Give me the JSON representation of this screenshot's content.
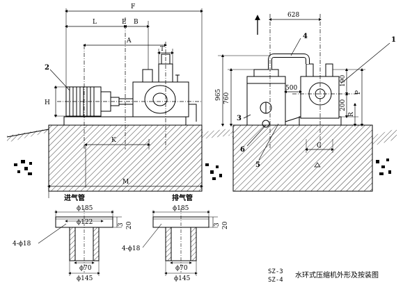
{
  "dimensions": {
    "F": "F",
    "L": "L",
    "E": "E",
    "B": "B",
    "A": "A",
    "T": "T",
    "H": "H",
    "K": "K",
    "M": "M",
    "d628": "628",
    "d965": "965",
    "d760": "760",
    "d500": "500",
    "d190": "190",
    "d200": "200",
    "P": "P",
    "R": "R",
    "C": "C"
  },
  "callouts": {
    "n1": "1",
    "n2": "2",
    "n3": "3",
    "n4": "4",
    "n5": "5",
    "n6": "6"
  },
  "flanges": {
    "inlet": {
      "title": "进气管",
      "outer": "ϕ185",
      "inner": "ϕ122",
      "t1": "3",
      "t2": "20",
      "holes": "4-ϕ18",
      "pipe": "ϕ70",
      "base": "ϕ145"
    },
    "outlet": {
      "title": "排气管",
      "outer": "ϕ185",
      "t1": "3",
      "t2": "20",
      "holes": "4-ϕ18",
      "pipe": "ϕ70",
      "base": "ϕ145"
    }
  },
  "caption": {
    "model1": "SZ-3",
    "model2": "SZ-4",
    "title": "水环式压缩机外形及按装图"
  }
}
